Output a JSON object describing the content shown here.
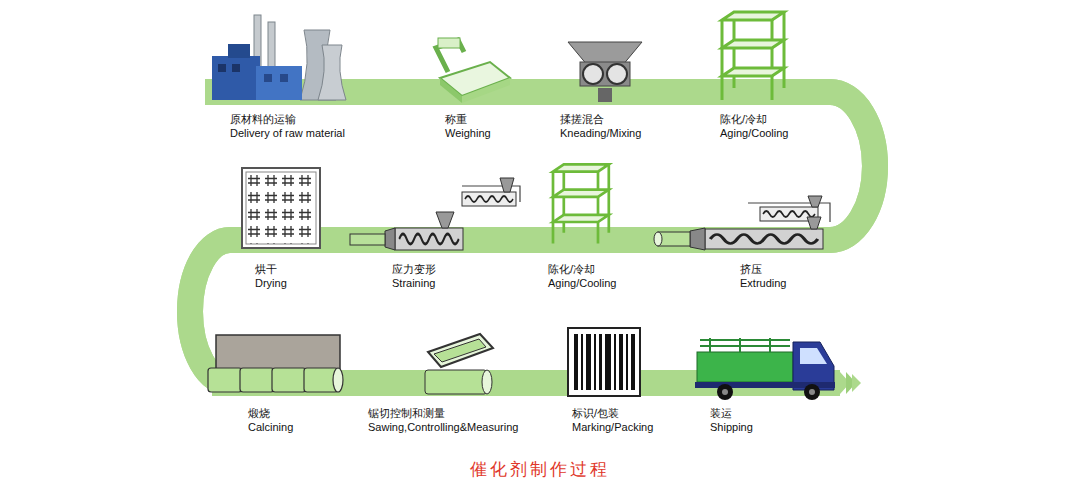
{
  "diagram": {
    "title": "催化剂制作过程",
    "nodes": [
      {
        "text": [
          "原材料的运输",
          "Delivery of raw material"
        ]
      },
      {
        "text": [
          "称重",
          "Weighing"
        ]
      },
      {
        "text": [
          "揉搓混合",
          "Kneading/Mixing"
        ]
      },
      {
        "text": [
          "陈化/冷却",
          "Aging/Cooling"
        ]
      },
      {
        "text": [
          "挤压",
          "Extruding"
        ]
      },
      {
        "text": [
          "陈化/冷却",
          "Aging/Cooling"
        ]
      },
      {
        "text": [
          "应力变形",
          "Straining"
        ]
      },
      {
        "text": [
          "烘干",
          "Drying"
        ]
      },
      {
        "text": [
          "煅烧",
          "Calcining"
        ]
      },
      {
        "text": [
          "锯切控制和测量",
          "Sawing,Controlling&Measuring"
        ]
      },
      {
        "text": [
          "标识/包装",
          "Marking/Packing"
        ]
      },
      {
        "text": [
          "装运",
          "Shipping"
        ]
      }
    ],
    "edges": [
      {
        "from": 0,
        "to": 1,
        "arrow": "none"
      },
      {
        "from": 1,
        "to": 2,
        "arrow": "none"
      },
      {
        "from": 2,
        "to": 3,
        "arrow": "none"
      },
      {
        "from": 3,
        "to": 4,
        "arrow": "none"
      },
      {
        "from": 4,
        "to": 5,
        "arrow": "none"
      },
      {
        "from": 5,
        "to": 6,
        "arrow": "none"
      },
      {
        "from": 6,
        "to": 7,
        "arrow": "none"
      },
      {
        "from": 7,
        "to": 8,
        "arrow": "none"
      },
      {
        "from": 8,
        "to": 9,
        "arrow": "none"
      },
      {
        "from": 9,
        "to": 10,
        "arrow": "none"
      },
      {
        "from": 10,
        "to": 11,
        "arrow": "none"
      }
    ]
  }
}
